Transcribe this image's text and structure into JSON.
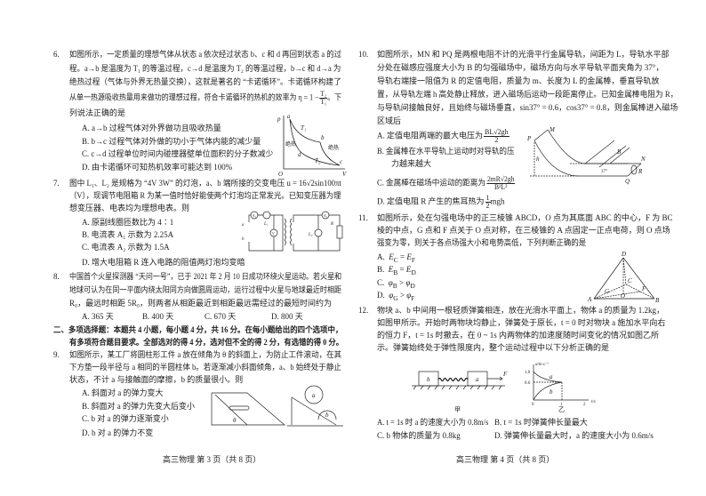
{
  "left": {
    "q6": {
      "number": "6.",
      "lines": [
        "如图所示，一定质量的理想气体从状态 a 依次经过状态 b、c 和 d 再回到状态 a 的过",
        "程。a→b 是温度为 T₁ 的等温过程，c→d 是温度为 T₂ 的等温过程，b→c 和 d→a 为",
        "绝热过程（气体与外界无热量交换），这就是著名的 “卡诺循环”。卡诺循环构建了",
        "从单一热源吸收热量用来做功的理想过程，符合卡诺循环的热机的效率为 η = 1 −",
        "列说法正确的是"
      ],
      "eta_num": "T₂",
      "eta_den": "T₁",
      "eta_tail": "。下",
      "options": [
        "A.  a→b 过程气体对外界做功且吸收热量",
        "B.  b→c 过程气体对外做的功小于气体内能的减少量",
        "C.  c→d 过程单位时间内碰撞器壁单位面积的分子数减少",
        "D.  由卡诺循环可知热机效率可能达到 100%"
      ],
      "figure": {
        "p": "p",
        "V": "V",
        "O": "O",
        "T1": "T₁",
        "T2": "T₂",
        "a": "a",
        "b": "b",
        "c": "c",
        "d": "d",
        "adiabatic1": "绝热",
        "adiabatic2": "绝热"
      }
    },
    "q7": {
      "number": "7.",
      "lines": [
        "图中 L₁、L₂ 是规格为 “4V 3W” 的灯泡，a、b 端所接的交变电压 u = 16√2sin100πt",
        "（V），现调节电阻箱 R 为某一值时恰好能使两个灯泡均正常发光。已知变压器为理",
        "想变压器、电表均为理想电表。则"
      ],
      "options": [
        "A.  原副线圈匝数比为 4∶1",
        "B.  电流表 A₁ 示数为 2.25A",
        "C.  电流表 A₂ 示数为 1.5A",
        "D.  增大电阻箱 R 连入电路的阻值两灯泡均变暗"
      ],
      "figure": {
        "A1": "A₁",
        "A2": "A₂",
        "V": "V",
        "L1": "L₁",
        "L2": "L₂",
        "R": "R",
        "a": "a",
        "b": "b"
      }
    },
    "q8": {
      "number": "8.",
      "lines": [
        "中国首个火星探测器 “天问一号”，已于 2021 年 2 月 10 日成功环绕火星运动。若火星和",
        "地球可认为在同一平面内绕太阳同方向做圆周运动，运行过程中火星与地球最近时相距",
        "R₀，最远时相距 5R₀，则两者从相距最近到相距最远需经过的最短时间约为"
      ],
      "options": [
        "A.  365 天",
        "B.  400 天",
        "C.  670 天",
        "D.  800 天"
      ]
    },
    "section2": [
      "二、多项选择题：本题共 4 小题，每小题 4 分，共 16 分。在每小题给出的四个选项中，",
      "有多项符合题目要求。全部选对的得 4 分，选对但不全的得 2 分，有选错的得 0 分。"
    ],
    "q9": {
      "number": "9.",
      "lines": [
        "如图所示，某工厂将圆柱形工件 a 放在倾角为 θ 的斜面上，为防止工件滚动，在其",
        "下方垫一段半径与 a 相同的半圆柱体 b。若逐渐减小斜面倾角，a、b 始终处于静止",
        "状态，不计 a 与接触面的摩擦，b 的质量很小。则"
      ],
      "options": [
        "A.  斜面对 a 的弹力变大",
        "B.  斜面对 a 的弹力先变大后变小",
        "C.  b 对 a 的弹力逐渐变小",
        "D.  b 对 a 的弹力不变"
      ],
      "figure": {
        "a": "a",
        "b": "b",
        "theta": "θ"
      }
    },
    "footer": "高三物理 第 3 页（共 8 页）"
  },
  "right": {
    "q10": {
      "number": "10.",
      "lines": [
        "如图所示，MN 和 PQ 是两根电阻不计的光滑平行金属导轨，间距为 L，导轨水平部",
        "分处在磁感应强度大小为 B 的匀强磁场中，磁场方向与水平导轨平面夹角为 37°，",
        "导轨右端接一阻值为 R 的定值电阻，质量为 m、长度为 L 的金属棒，垂直导轨放",
        "置，从导轨左端 h 高处静止释放，进入磁场后运动一段距离停止。已知金属棒电阻为 R，",
        "与导轨间接触良好，且始终与磁场垂直，sin37° = 0.6，cos37° = 0.8，则金属棒进入磁场",
        "区域后"
      ],
      "options": {
        "A": {
          "text": "A.  定值电阻两端的最大电压为",
          "num": "BL√2gh",
          "den": "2"
        },
        "B": [
          "B.  金属棒在水平导轨上运动时对导轨的压",
          "力越来越大"
        ],
        "C": {
          "text": "C.  金属棒在磁场中运动的距离为",
          "num": "2mR√2gh",
          "den": "B²L²"
        },
        "D": {
          "text": "D.  定值电阻 R 产生的焦耳热为",
          "num": "1",
          "den": "2",
          "tail": "mgh"
        }
      },
      "figure": {
        "M": "M",
        "P": "P",
        "N": "N",
        "Q": "Q",
        "B": "B",
        "R": "R",
        "h": "h",
        "angle": "37°"
      }
    },
    "q11": {
      "number": "11.",
      "lines": [
        "如图所示，处在匀强电场中的正三棱锥 ABCD，O 点为其底面 ABC 的中心，F 为 BC",
        "棱的中点，G 点和 F 点关于 O 点对称，在三棱锥的 A 点固定一正点电荷，则 O 点场",
        "强变为零，则关于各点场强大小和电势高低，下列判断正确的是"
      ],
      "options": [
        {
          "label": "A.",
          "l": "E",
          "ls": "C",
          "op": " = ",
          "r": "E",
          "rs": "F"
        },
        {
          "label": "B.",
          "l": "E",
          "ls": "B",
          "op": " = ",
          "r": "E",
          "rs": "D"
        },
        {
          "label": "C.",
          "l": "φ",
          "ls": "B",
          "op": " > ",
          "r": "φ",
          "rs": "D"
        },
        {
          "label": "D.",
          "l": "φ",
          "ls": "G",
          "op": " > ",
          "r": "φ",
          "rs": "F"
        }
      ],
      "figure": {
        "D": "D",
        "A": "A",
        "B": "B",
        "C": "C",
        "F": "F",
        "G": "G",
        "O": "O"
      }
    },
    "q12": {
      "number": "12.",
      "lines": [
        "物块 a、b 中间用一根轻质弹簧相连，放在光滑水平面上，物体 a 的质量为 1.2kg，",
        "如图甲所示。开始时两物块均静止，弹簧处于原长，t = 0 时对物块 a 施加水平向右",
        "的恒力 F，t = 1s 时撤去，在 0 ~ 1s 内两物体的加速度随时间变化的情况如图乙所",
        "示。弹簧始终处于弹性限度内，整个运动过程中以下分析正确的是"
      ],
      "figure_jia": {
        "b": "b",
        "a": "a",
        "F": "F",
        "caption": "甲"
      },
      "figure_yi": {
        "ylabel": "a/m·s⁻²",
        "y1": "1.0",
        "y2": "0.6",
        "origin": "0",
        "x1": "1",
        "x2": "2",
        "xlabel": "t/s",
        "a": "a",
        "b": "b",
        "caption": "乙"
      },
      "options": [
        "A.  t = 1s 时 a 的速度大小为 0.8m/s",
        "B.  t = 1s 时弹簧伸长量最大",
        "C.  b 物体的质量为 0.8kg",
        "D.  弹簧伸长量最大时，a 的速度大小为 0.6m/s"
      ]
    },
    "footer": "高三物理 第 4 页（共 8 页）"
  }
}
